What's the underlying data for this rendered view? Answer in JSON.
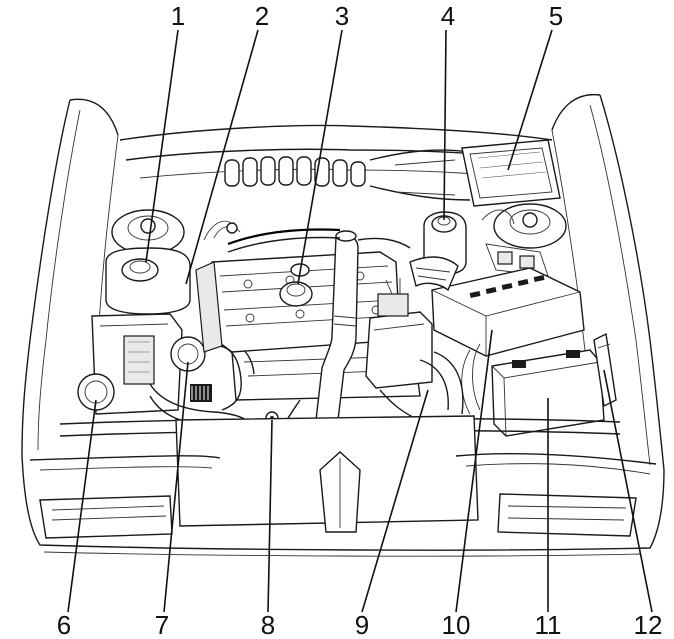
{
  "colors": {
    "ink": "#111111",
    "background": "#ffffff"
  },
  "callouts": [
    {
      "id": "1",
      "label": "1"
    },
    {
      "id": "2",
      "label": "2"
    },
    {
      "id": "3",
      "label": "3"
    },
    {
      "id": "4",
      "label": "4"
    },
    {
      "id": "5",
      "label": "5"
    },
    {
      "id": "6",
      "label": "6"
    },
    {
      "id": "7",
      "label": "7"
    },
    {
      "id": "8",
      "label": "8"
    },
    {
      "id": "9",
      "label": "9"
    },
    {
      "id": "10",
      "label": "10"
    },
    {
      "id": "11",
      "label": "11"
    },
    {
      "id": "12",
      "label": "12"
    }
  ]
}
